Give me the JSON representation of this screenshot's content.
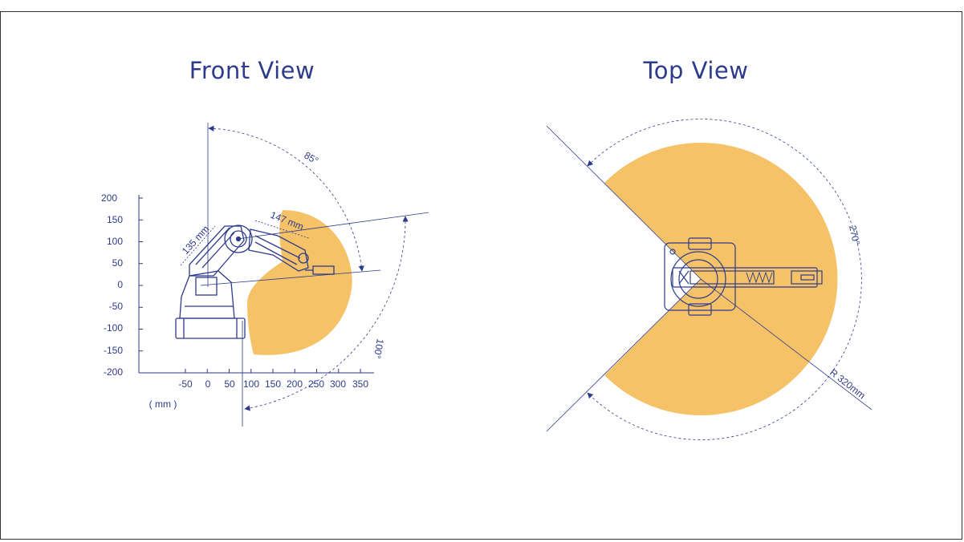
{
  "front_view": {
    "title": "Front View",
    "y_ticks": [
      "200",
      "150",
      "100",
      "50",
      "0",
      "-50",
      "-100",
      "-150",
      "-200"
    ],
    "x_ticks": [
      "-50",
      "0",
      "50",
      "100",
      "150",
      "200",
      "250",
      "300",
      "350"
    ],
    "unit_label": "( mm )",
    "link1_length": "135 mm",
    "link2_length": "147 mm",
    "angle_upper": "85°",
    "angle_lower": "100°"
  },
  "top_view": {
    "title": "Top View",
    "angle": "270°",
    "radius": "R 320mm"
  },
  "colors": {
    "workspace_fill": "#f5c267",
    "line_navy": "#2e3a8c",
    "frame_border": "#333333"
  }
}
